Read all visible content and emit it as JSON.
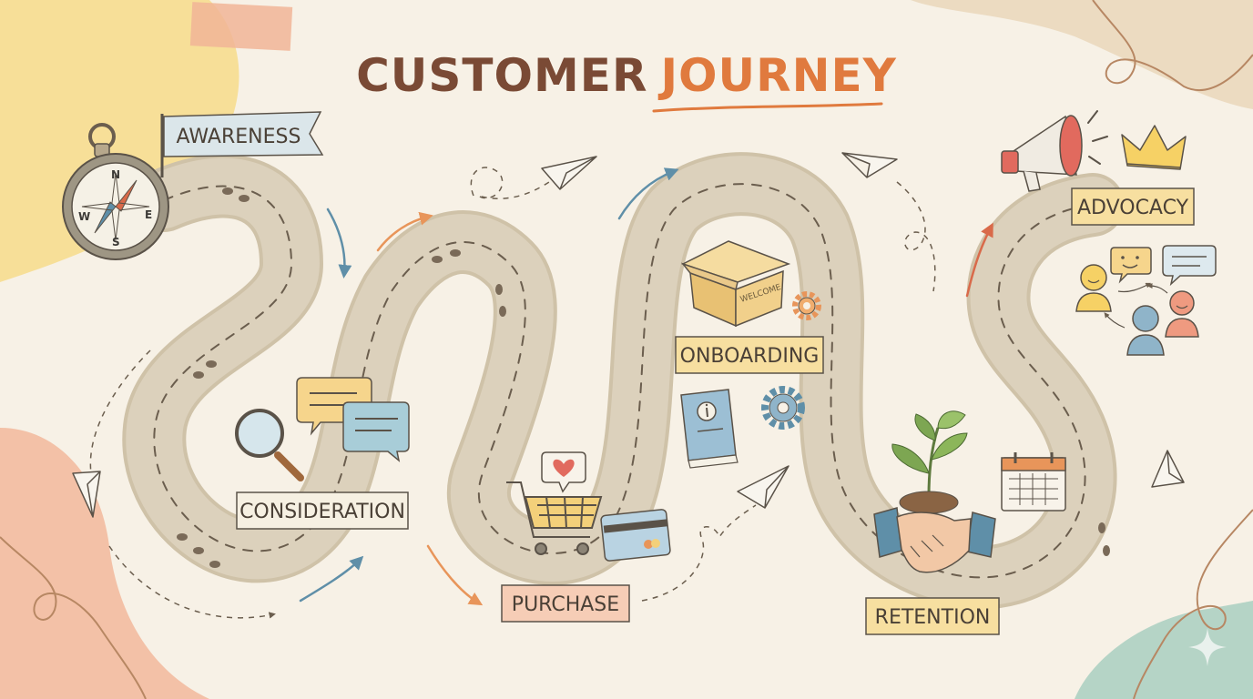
{
  "title": {
    "part1": "CUSTOMER",
    "part2": "JOURNEY"
  },
  "stages": [
    {
      "label": "AWARENESS"
    },
    {
      "label": "CONSIDERATION"
    },
    {
      "label": "PURCHASE"
    },
    {
      "label": "ONBOARDING"
    },
    {
      "label": "RETENTION"
    },
    {
      "label": "ADVOCACY"
    }
  ],
  "compass": {
    "n": "N",
    "s": "S",
    "e": "E",
    "w": "W"
  },
  "box_label": "WELCOME",
  "colors": {
    "background": "#f7f1e6",
    "title_dark": "#7a4a35",
    "title_accent": "#e07a3e",
    "road": "#dcd1bc",
    "road_edge": "#cfc2a8",
    "road_dash": "#6b5e4e",
    "label_bg": "#f6f0e2",
    "label_bg_yellow": "#f7dfa0",
    "label_bg_pink": "#f6cdb6",
    "arrow_orange": "#e8955a",
    "arrow_blue": "#5f8fa8",
    "arrow_red": "#d96a4a"
  },
  "icons": [
    "compass-icon",
    "flag-icon",
    "magnifier-icon",
    "chat-bubbles-icon",
    "shopping-cart-icon",
    "heart-icon",
    "credit-card-icon",
    "welcome-box-icon",
    "gear-icon",
    "info-book-icon",
    "plant-icon",
    "handshake-icon",
    "calendar-icon",
    "megaphone-icon",
    "crown-icon",
    "people-chat-icon",
    "paper-plane-icon",
    "sparkle-icon"
  ]
}
